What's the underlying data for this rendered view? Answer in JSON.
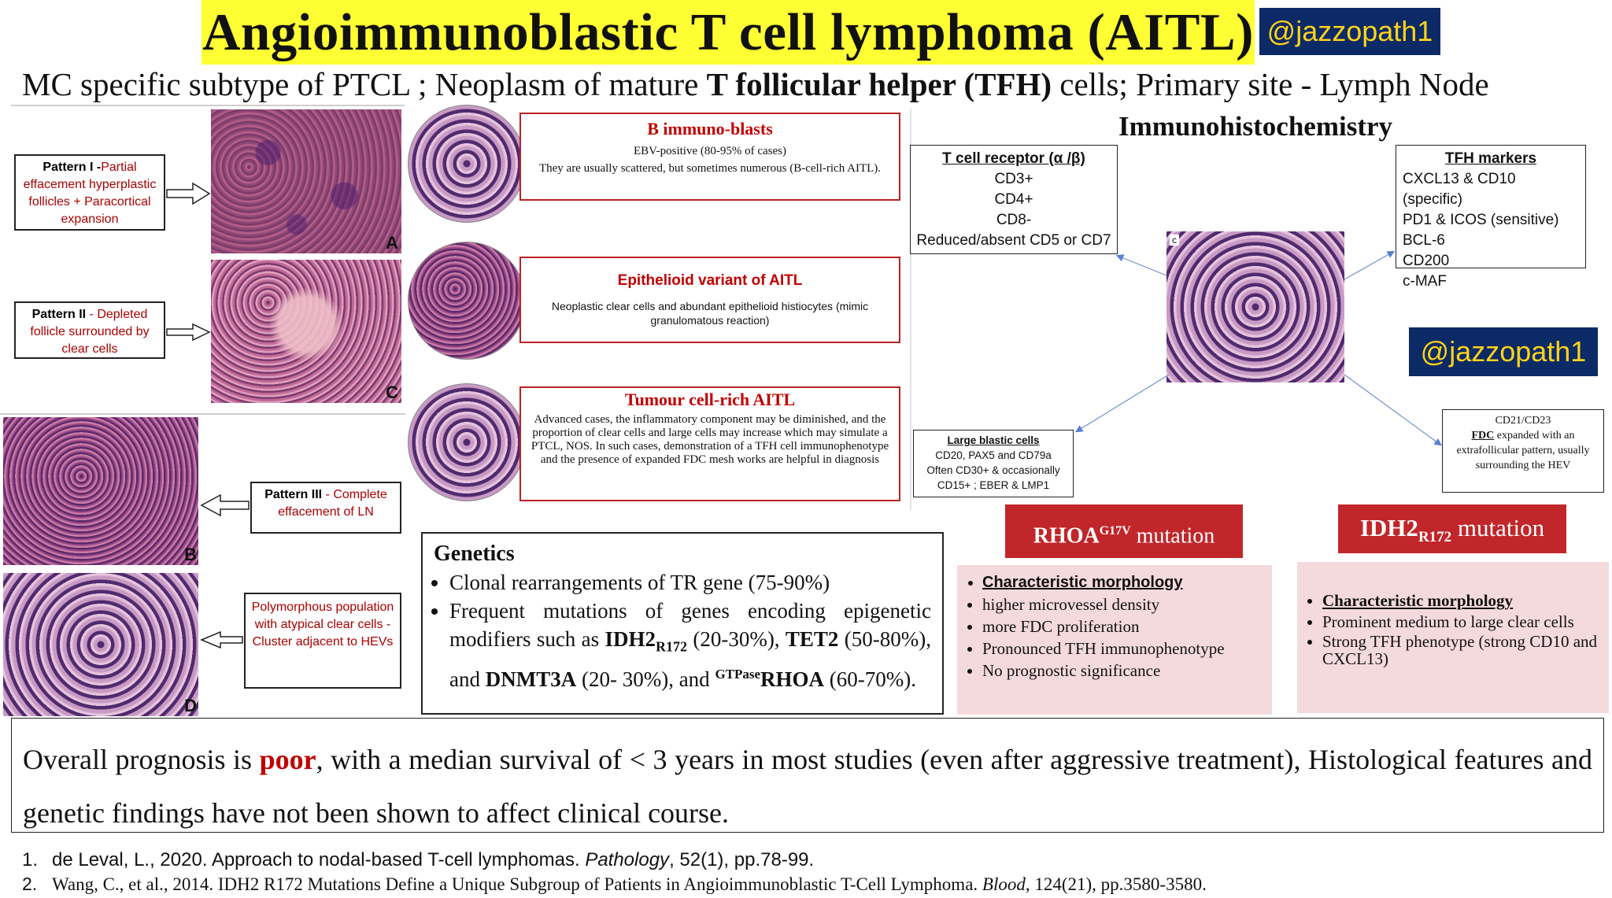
{
  "title": "Angioimmunoblastic T cell lymphoma (AITL)",
  "handle": "@jazzopath1",
  "subtitle": {
    "part1": "MC specific subtype of PTCL ; Neoplasm of mature ",
    "bold": "T follicular helper (TFH)",
    "part2": " cells; Primary site - Lymph Node"
  },
  "patterns": {
    "p1": {
      "lead": "Pattern I -",
      "text": "Partial effacement hyperplastic follicles + Paracortical expansion",
      "panel": "A"
    },
    "p2": {
      "lead": "Pattern II",
      "text": " - Depleted follicle surrounded by clear cells",
      "panel": "C"
    },
    "p3": {
      "lead": "Pattern III",
      "text": " - Complete effacement of LN",
      "panel": "B"
    },
    "p4": {
      "text": "Polymorphous population with atypical clear cells - Cluster adjacent to HEVs",
      "panel": "D"
    }
  },
  "cell_boxes": {
    "immunoblasts": {
      "heading": "B immuno-blasts",
      "line1": "EBV-positive (80-95% of cases)",
      "line2": "They are usually scattered, but sometimes numerous  (B-cell-rich AITL)."
    },
    "epithelioid": {
      "heading": "Epithelioid variant of AITL",
      "text": "Neoplastic clear cells and abundant epithelioid histiocytes (mimic granulomatous reaction)"
    },
    "tumour": {
      "heading": "Tumour cell-rich AITL",
      "text": "Advanced cases, the inflammatory component may be diminished, and the proportion of clear cells and large cells may increase which may simulate a PTCL, NOS. In such cases, demonstration of a TFH cell immunophenotype and the presence of expanded FDC mesh works are helpful in diagnosis"
    }
  },
  "ihc": {
    "heading": "Immunohistochemistry",
    "tcr": {
      "title": "T cell receptor (α /β)",
      "items": [
        "CD3+",
        "CD4+",
        "CD8-",
        "Reduced/absent CD5 or CD7"
      ]
    },
    "tfh": {
      "title": "TFH markers",
      "items": [
        "CXCL13 & CD10 (specific)",
        "PD1 & ICOS (sensitive)",
        "BCL-6",
        "CD200",
        "c-MAF"
      ]
    },
    "image_label": "c",
    "large": {
      "title": "Large blastic cells",
      "line1": "CD20, PAX5 and CD79a",
      "line2": "Often CD30+ & occasionally",
      "line3": "CD15+ ; EBER & LMP1"
    },
    "fdc": {
      "line1": "CD21/CD23",
      "fdc": "FDC",
      "line2": " expanded with an extrafollicular pattern, usually surrounding the HEV"
    }
  },
  "genetics": {
    "title": "Genetics",
    "bullet1": "Clonal rearrangements of TR gene (75-90%)",
    "b2_a": "Frequent mutations of genes encoding epigenetic modifiers such as ",
    "b2_idh": "IDH2",
    "b2_idh_sub": "R172",
    "b2_b": " (20-30%), ",
    "b2_tet": "TET2",
    "b2_c": " (50-80%), and ",
    "b2_dnmt": "DNMT3A",
    "b2_d": " (20- 30%), and ",
    "b2_gtp": "GTPase",
    "b2_rhoa": "RHOA",
    "b2_e": " (60-70%)."
  },
  "rhoa": {
    "name": "RHOA",
    "sup": "G17V",
    "suffix": " mutation",
    "morph": "Characteristic morphology",
    "items": [
      "higher microvessel density",
      "more FDC proliferation",
      "Pronounced TFH immunophenotype",
      "No prognostic significance"
    ]
  },
  "idh2": {
    "name": "IDH2",
    "sub": "R172",
    "suffix": " mutation",
    "morph": "Characteristic morphology",
    "items": [
      "Prominent medium to large clear cells",
      "Strong TFH phenotype (strong CD10 and CXCL13)"
    ]
  },
  "prognosis": {
    "a": "Overall prognosis is ",
    "poor": "poor",
    "b": ", with a median survival of < 3 years in most studies (even after aggressive treatment), Histological features and genetic findings have not been shown to affect clinical course."
  },
  "references": {
    "r1_num": "1.",
    "r1_a": "de Leval, L., 2020. Approach to nodal-based T-cell lymphomas. ",
    "r1_journal": "Pathology",
    "r1_b": ", 52(1), pp.78-99.",
    "r2_num": "2.",
    "r2_a": "Wang, C., et al., 2014. IDH2 R172 Mutations Define a Unique Subgroup of Patients in Angioimmunoblastic T-Cell Lymphoma. ",
    "r2_journal": "Blood",
    "r2_b": ", 124(21), pp.3580-3580."
  }
}
